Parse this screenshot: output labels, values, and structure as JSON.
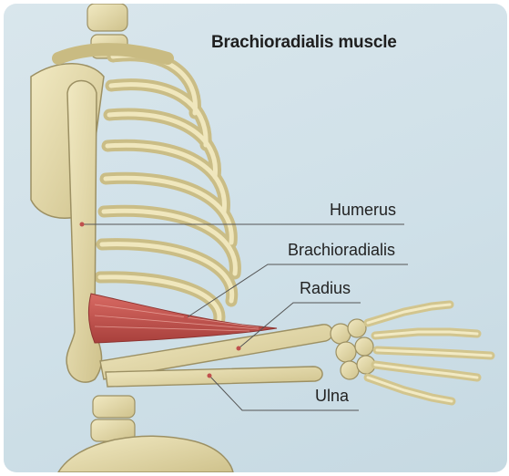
{
  "title": "Brachioradialis muscle",
  "labels": {
    "humerus": "Humerus",
    "brachioradialis": "Brachioradialis",
    "radius": "Radius",
    "ulna": "Ulna"
  },
  "colors": {
    "background": "#cfe0e8",
    "bone": "#e6dcaa",
    "bone_shadow": "#b7ab78",
    "muscle": "#c0504d",
    "leader_line": "#555555"
  }
}
